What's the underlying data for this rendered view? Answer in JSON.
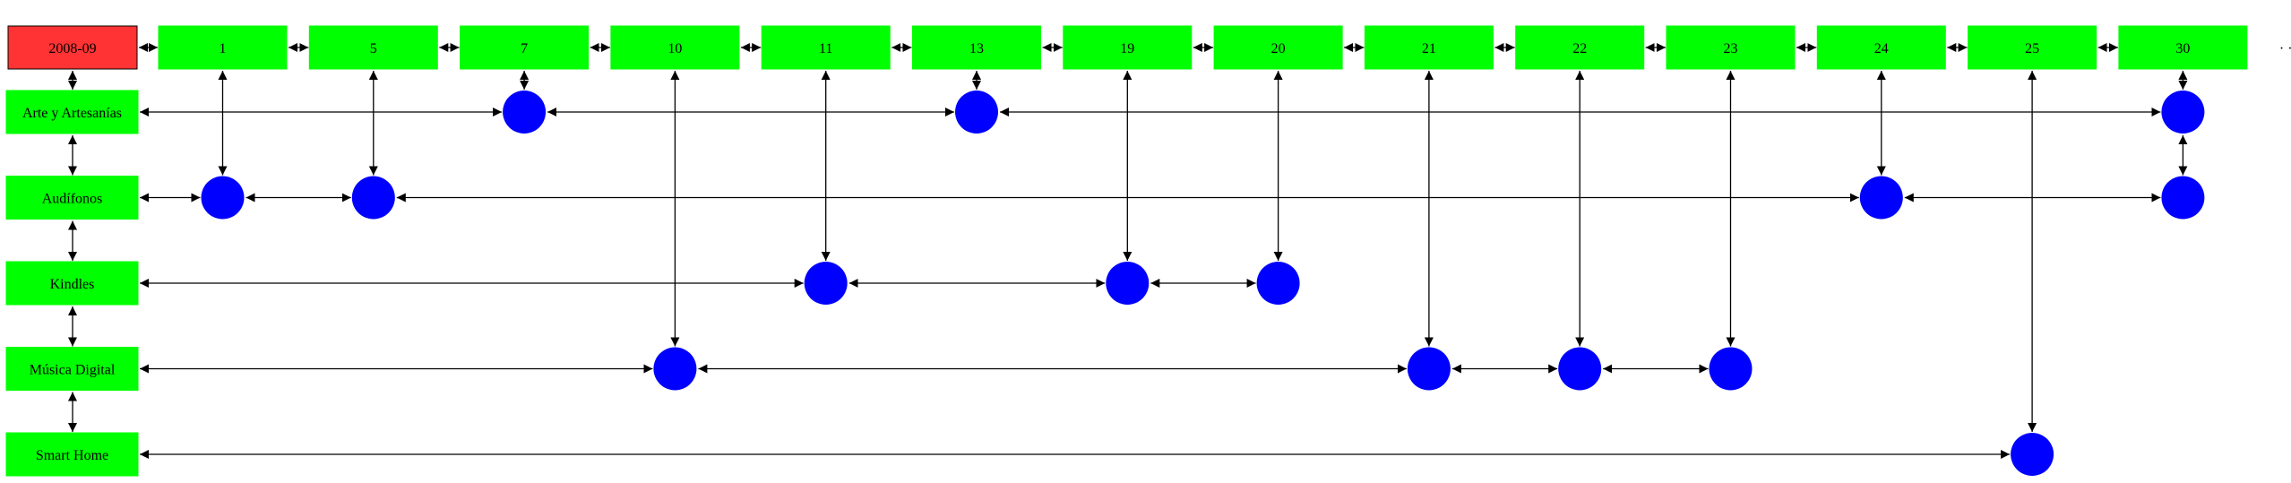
{
  "period": {
    "label": "2008-09",
    "color": "#ff3333"
  },
  "columns": [
    "1",
    "5",
    "7",
    "10",
    "11",
    "13",
    "19",
    "20",
    "21",
    "22",
    "23",
    "24",
    "25",
    "30"
  ],
  "trailing_ellipsis": "· ·",
  "rows": [
    {
      "label": "Arte y Artesanías",
      "nodes": [
        "7",
        "13",
        "30"
      ]
    },
    {
      "label": "Audífonos",
      "nodes": [
        "1",
        "5",
        "24",
        "30"
      ]
    },
    {
      "label": "Kindles",
      "nodes": [
        "11",
        "19",
        "20"
      ]
    },
    {
      "label": "Música Digital",
      "nodes": [
        "10",
        "21",
        "22",
        "23"
      ]
    },
    {
      "label": "Smart Home",
      "nodes": [
        "25"
      ]
    }
  ],
  "colors": {
    "box": "#00ff00",
    "node": "#0000ff",
    "edge": "#000000"
  }
}
